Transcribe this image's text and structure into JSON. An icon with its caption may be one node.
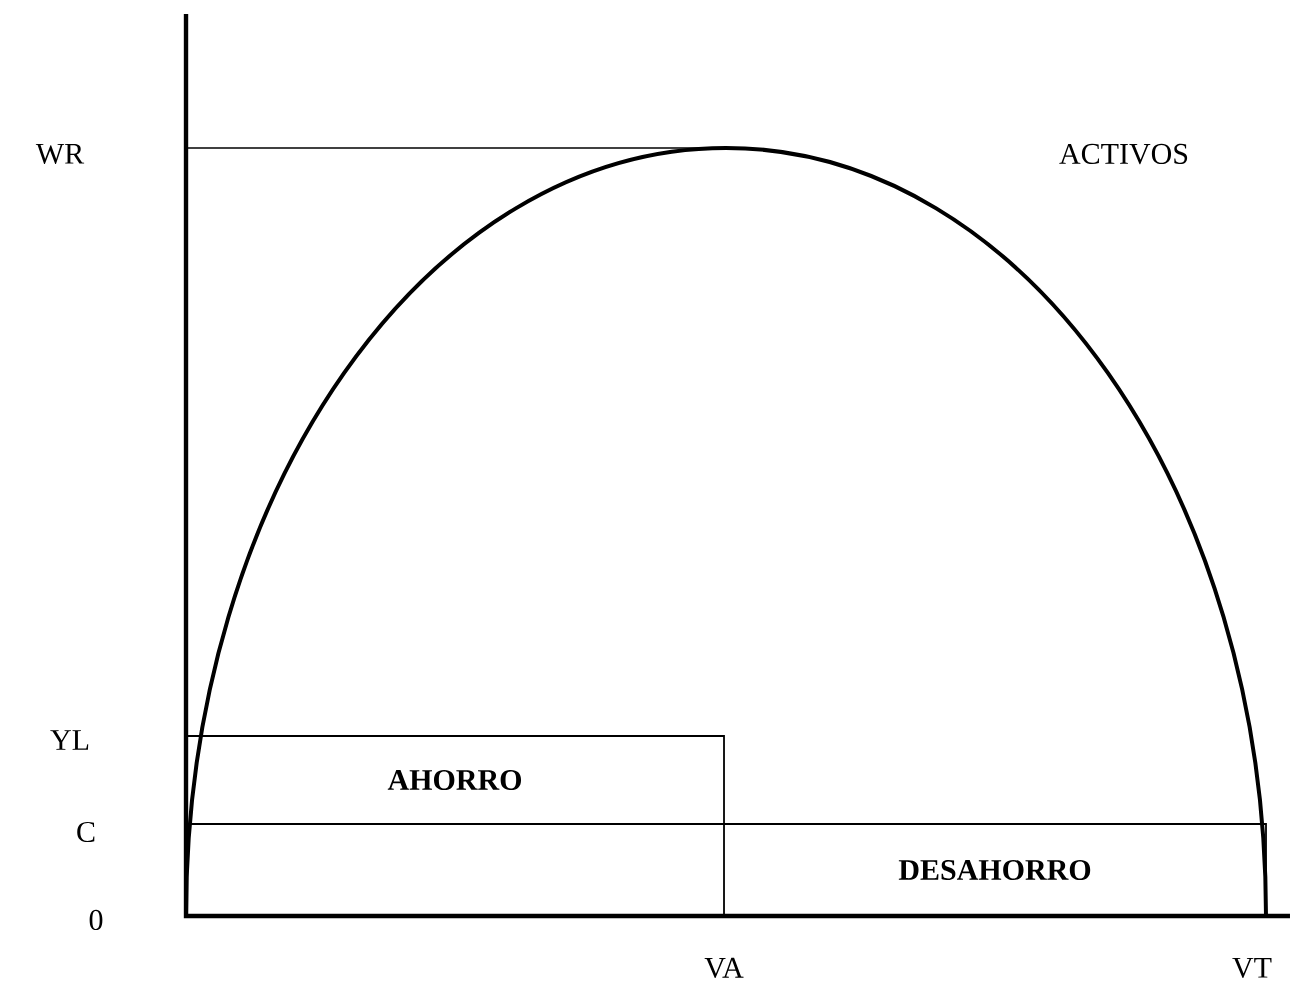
{
  "diagram": {
    "nodes": [
      {
        "text": [
          "AHORRO"
        ]
      },
      {
        "text": [
          "DESAHORRO"
        ]
      }
    ],
    "labels": [
      "WR",
      "ACTIVOS",
      "YL",
      "C",
      "0",
      "VA",
      "VT"
    ]
  }
}
